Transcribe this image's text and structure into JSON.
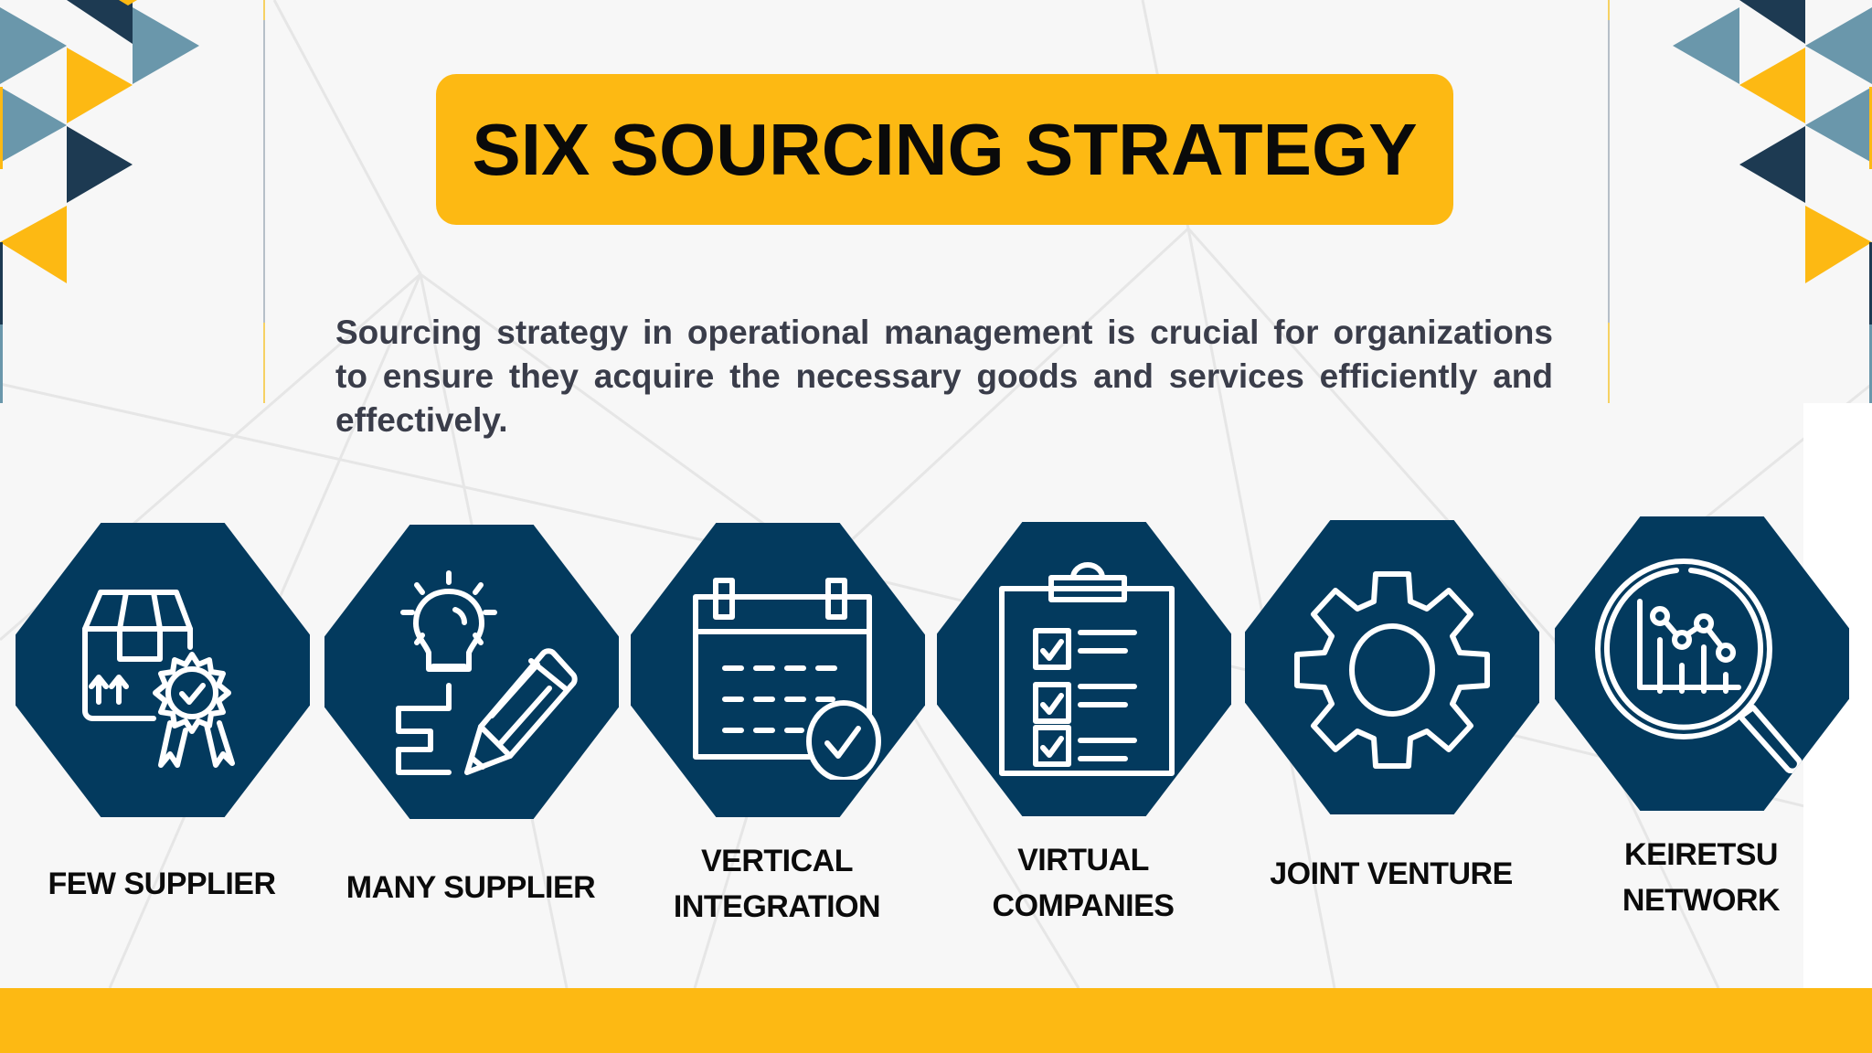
{
  "slide": {
    "title": "SIX SOURCING STRATEGY",
    "intro": "Sourcing strategy in operational management is crucial for organizations to ensure they acquire the necessary goods and services efficiently and effectively.",
    "colors": {
      "accent_yellow": "#fdb913",
      "navy": "#033a5e",
      "dark_navy": "#1d3a52",
      "steel_blue": "#6a97ab",
      "text_dark": "#3a3d4a",
      "background": "#f7f7f7"
    }
  },
  "strategies": [
    {
      "label": "FEW SUPPLIER",
      "icon": "box-award-icon"
    },
    {
      "label": "MANY SUPPLIER",
      "icon": "lightbulb-pencil-icon"
    },
    {
      "label_line1": "VERTICAL",
      "label_line2": "INTEGRATION",
      "icon": "calendar-check-icon"
    },
    {
      "label_line1": "VIRTUAL",
      "label_line2": "COMPANIES",
      "icon": "clipboard-checklist-icon"
    },
    {
      "label": "JOINT VENTURE",
      "icon": "gear-icon"
    },
    {
      "label_line1": "KEIRETSU",
      "label_line2": "NETWORK",
      "icon": "magnifier-chart-icon"
    }
  ]
}
